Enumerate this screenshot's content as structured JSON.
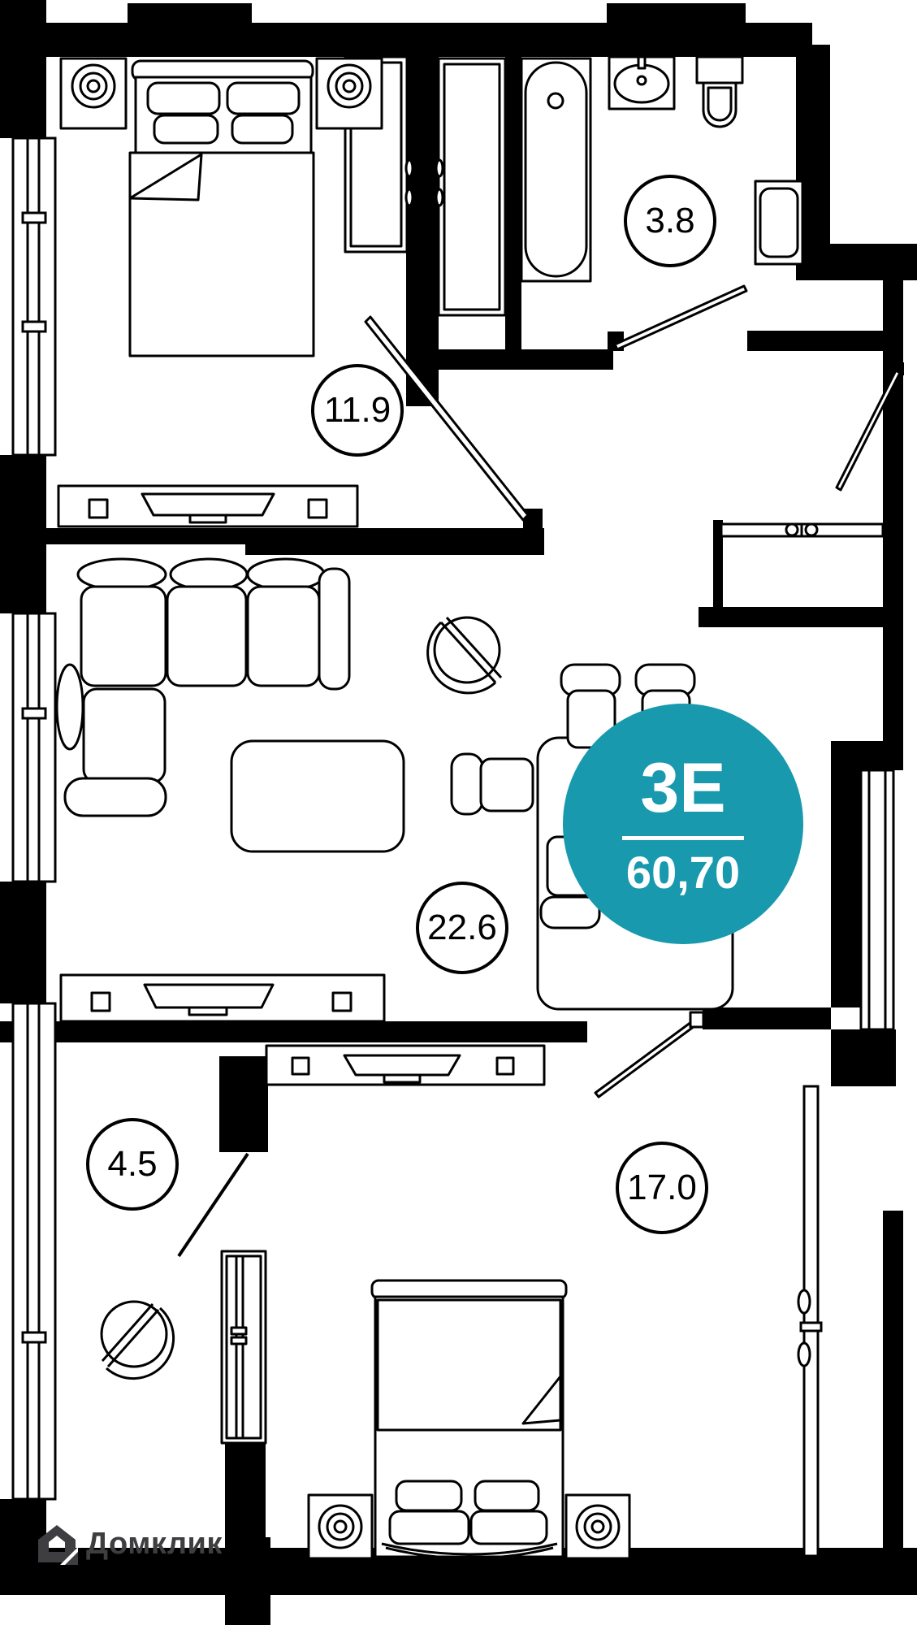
{
  "floorplan": {
    "unit_badge": {
      "type_label": "3Е",
      "total_area": "60,70"
    },
    "rooms": {
      "bedroom_top": {
        "area_label": "11.9"
      },
      "bathroom": {
        "area_label": "3.8"
      },
      "living_room": {
        "area_label": "22.6"
      },
      "hallway": {
        "area_label": "4.5"
      },
      "bedroom_bottom": {
        "area_label": "17.0"
      }
    },
    "brand": {
      "logo_text": "Домклик"
    },
    "colors": {
      "accent": "#1899AE",
      "walls": "#000000",
      "logo": "#3E3E40"
    }
  }
}
